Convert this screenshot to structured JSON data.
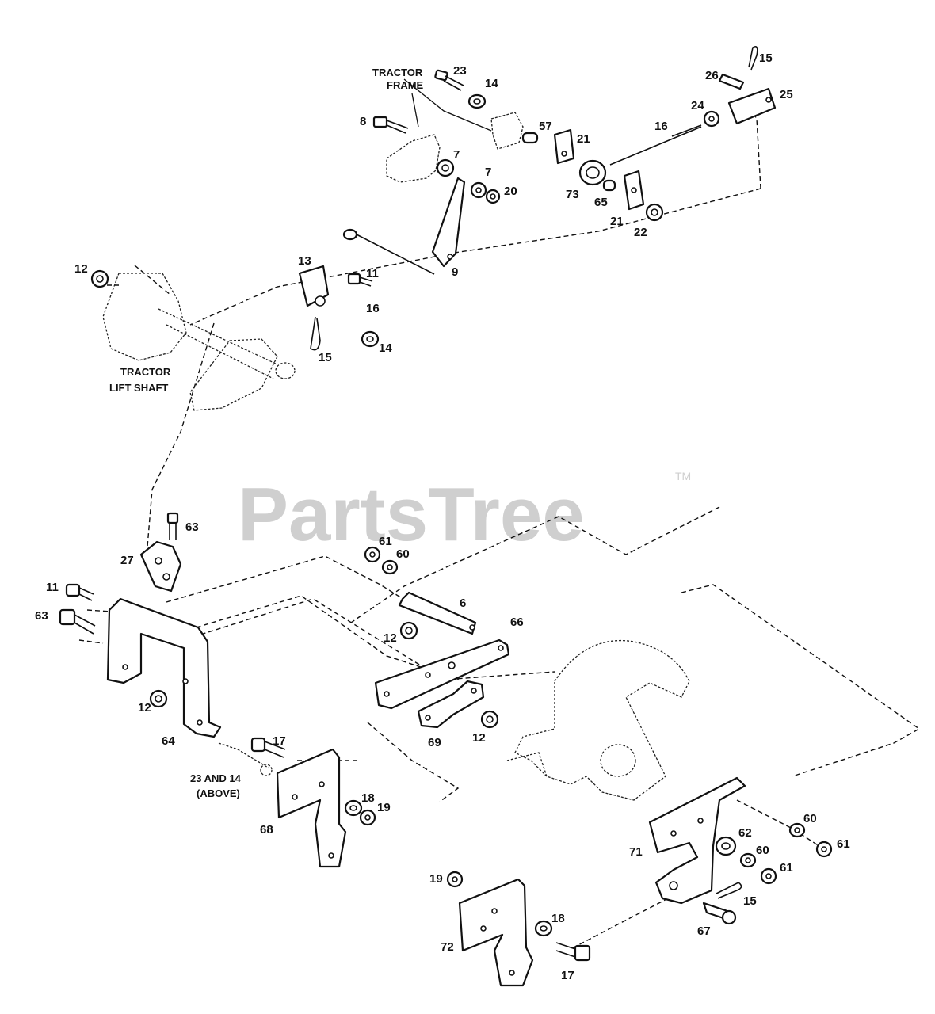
{
  "watermark": {
    "brand": "PartsTree",
    "trademark": "TM"
  },
  "notes": {
    "tractor_frame_line1": "TRACTOR",
    "tractor_frame_line2": "FRAME",
    "lift_shaft_line1": "TRACTOR",
    "lift_shaft_line2": "LIFT SHAFT",
    "above_line1": "23 AND 14",
    "above_line2": "(ABOVE)"
  },
  "callouts": [
    "15",
    "26",
    "25",
    "23",
    "14",
    "8",
    "57",
    "21",
    "16",
    "24",
    "7",
    "7",
    "20",
    "73",
    "65",
    "21",
    "22",
    "12",
    "13",
    "11",
    "9",
    "16",
    "14",
    "15",
    "63",
    "27",
    "61",
    "60",
    "11",
    "6",
    "66",
    "63",
    "12",
    "12",
    "12",
    "69",
    "64",
    "17",
    "18",
    "19",
    "68",
    "60",
    "62",
    "60",
    "61",
    "61",
    "71",
    "15",
    "19",
    "18",
    "67",
    "72",
    "17"
  ]
}
